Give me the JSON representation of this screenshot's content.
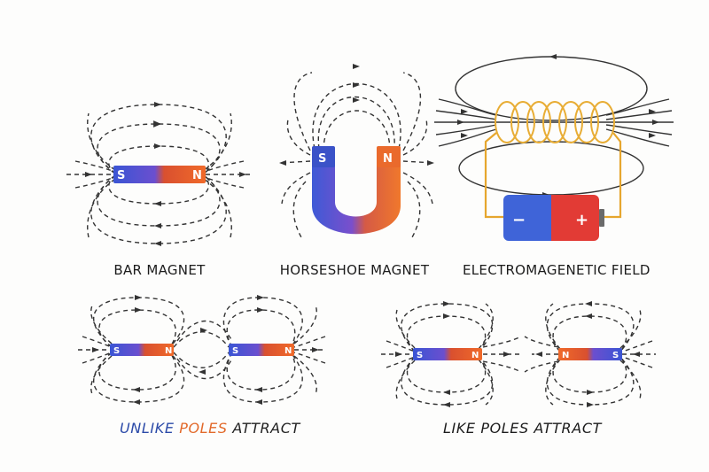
{
  "colors": {
    "south_pole": "#3d5bd9",
    "north_pole": "#e8552e",
    "field_line": "#333333",
    "coil": "#e8ad35",
    "battery_negative": "#3f64d8",
    "battery_positive": "#e23b35",
    "unlike_accent_blue": "#2b4aa8",
    "unlike_accent_orange": "#e2692a"
  },
  "panels": {
    "bar_magnet": {
      "caption": "BAR MAGNET",
      "south": "S",
      "north": "N"
    },
    "horseshoe_magnet": {
      "caption": "HORSESHOE MAGNET",
      "south": "S",
      "north": "N"
    },
    "electromagnetic_field": {
      "caption": "ELECTROMAGENETIC FIELD",
      "battery_negative": "−",
      "battery_positive": "+"
    },
    "unlike_poles": {
      "caption_part1": "UN",
      "caption_part2": "LIKE",
      "caption_part3": " POLES",
      "caption_part4": " ATTRACT",
      "magnet1_south": "S",
      "magnet1_north": "N",
      "magnet2_south": "S",
      "magnet2_north": "N"
    },
    "like_poles": {
      "caption": "LIKE POLES ATTRACT",
      "magnet1_south": "S",
      "magnet1_north": "N",
      "magnet2_north": "N",
      "magnet2_south": "S"
    }
  }
}
